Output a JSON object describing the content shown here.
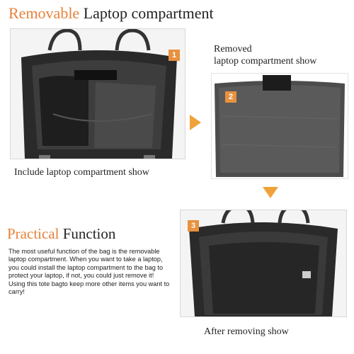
{
  "header": {
    "title_accent": "Removable",
    "title_rest": "Laptop compartment"
  },
  "panels": {
    "one": {
      "badge": "1",
      "caption": "Include laptop compartment show"
    },
    "two": {
      "badge": "2",
      "caption_line1": "Removed",
      "caption_line2": "laptop compartment show"
    },
    "three": {
      "badge": "3",
      "caption": "After removing show"
    }
  },
  "function": {
    "heading_accent": "Practical",
    "heading_rest": "Function",
    "description": "The most useful function of the bag is the removable laptop compartment. When you want to take a laptop, you could install the laptop compartment to the bag to protect your laptop, if not, you could just remove it! Using this tote bagto keep more other items you want to carry!"
  },
  "colors": {
    "accent": "#e8813a",
    "badge": "#e8913f",
    "arrow": "#f0a23a"
  }
}
